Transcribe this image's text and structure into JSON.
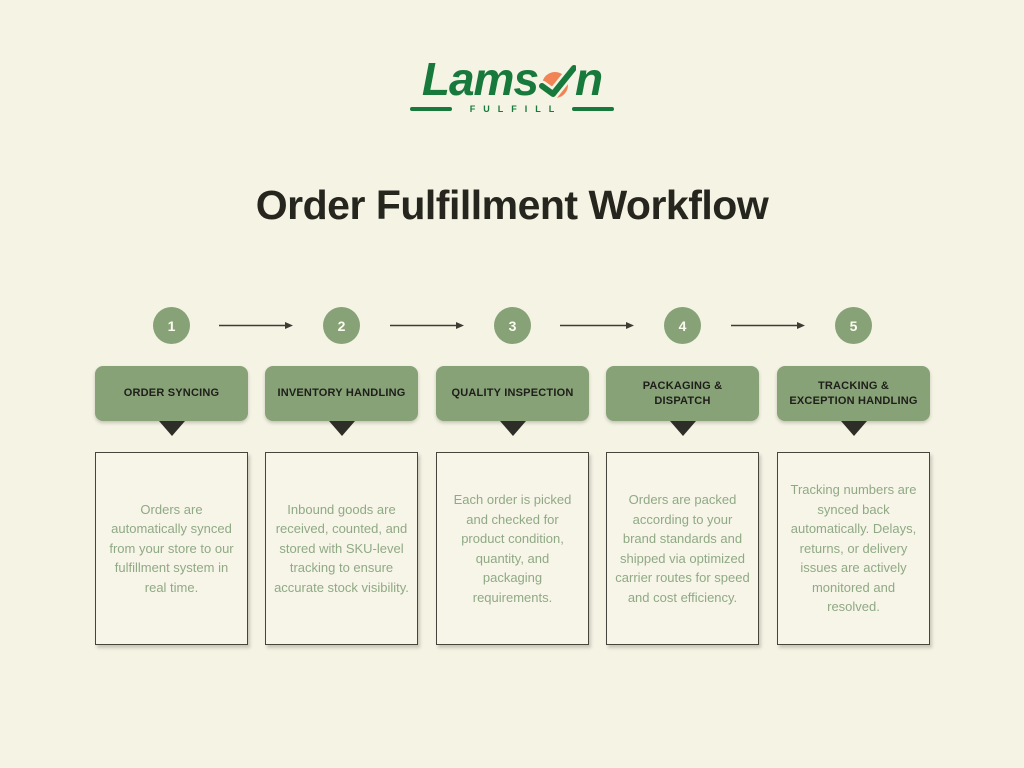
{
  "logo": {
    "brand": "Lamson",
    "brand_prefix": "Lams",
    "brand_suffix": "n",
    "tagline": "FULFILL",
    "green": "#17793B",
    "orange": "#F18355"
  },
  "title": "Order Fulfillment Workflow",
  "colors": {
    "background": "#F4F3E4",
    "sage_green": "#87A277",
    "dark_text": "#26261F",
    "description_text": "#90A985",
    "box_border": "#45453C"
  },
  "steps": [
    {
      "number": "1",
      "title": "ORDER SYNCING",
      "description": "Orders are automatically synced from your store to our fulfillment system in real time."
    },
    {
      "number": "2",
      "title": "INVENTORY HANDLING",
      "description": "Inbound goods are received, counted, and stored with SKU-level tracking to ensure accurate stock visibility."
    },
    {
      "number": "3",
      "title": "QUALITY INSPECTION",
      "description": "Each order is picked and checked for product condition, quantity, and packaging requirements."
    },
    {
      "number": "4",
      "title": "PACKAGING & DISPATCH",
      "description": "Orders are packed according to your brand standards and shipped via optimized carrier routes for speed and cost efficiency."
    },
    {
      "number": "5",
      "title": "TRACKING & EXCEPTION HANDLING",
      "description": "Tracking numbers are synced back automatically. Delays, returns, or delivery issues are actively monitored and resolved."
    }
  ]
}
